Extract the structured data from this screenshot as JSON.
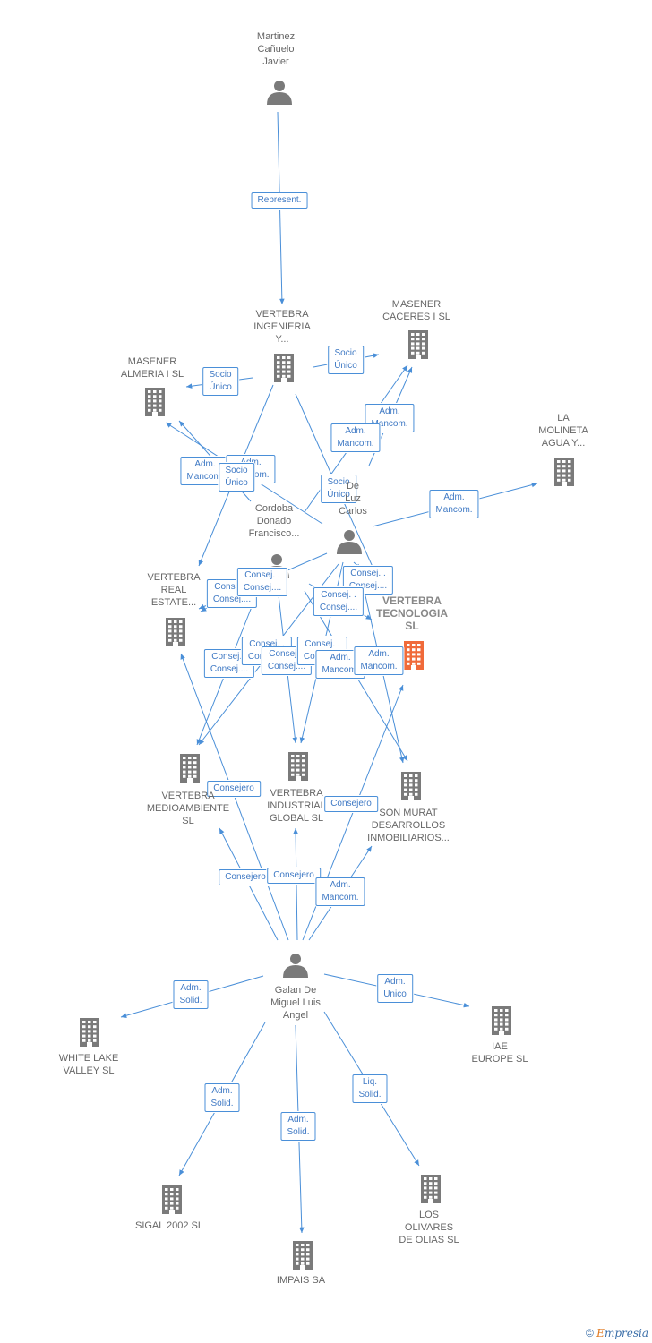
{
  "colors": {
    "edge": "#4a8fd8",
    "node": "#7a7a7a",
    "main_node": "#f06a3a",
    "edge_text": "#3f79c4"
  },
  "nodes": [
    {
      "id": "martinez",
      "type": "person-icon",
      "label": "Martinez\nCañuelo\nJavier"
    },
    {
      "id": "vertebra_ing",
      "type": "building-icon",
      "label": "VERTEBRA\nINGENIERIA\nY..."
    },
    {
      "id": "masener_caceres",
      "type": "building-icon",
      "label": "MASENER\nCACERES I  SL"
    },
    {
      "id": "masener_almeria",
      "type": "building-icon",
      "label": "MASENER\nALMERIA I  SL"
    },
    {
      "id": "la_molineta",
      "type": "building-icon",
      "label": "LA\nMOLINETA\nAGUA Y..."
    },
    {
      "id": "cordoba",
      "type": "person-icon",
      "label": "Cordoba\nDonado\nFrancisco..."
    },
    {
      "id": "de_luz",
      "type": "person-icon",
      "label": "De\nLuz\nCarlos"
    },
    {
      "id": "vertebra_real",
      "type": "building-icon",
      "label": "VERTEBRA\nREAL\nESTATE..."
    },
    {
      "id": "vertebra_tec",
      "type": "building-icon",
      "label": "VERTEBRA\nTECNOLOGIA\nSL",
      "main": true
    },
    {
      "id": "vertebra_med",
      "type": "building-icon",
      "label": "VERTEBRA\nMEDIOAMBIENTE\nSL"
    },
    {
      "id": "vertebra_ind",
      "type": "building-icon",
      "label": "VERTEBRA\nINDUSTRIAL\nGLOBAL  SL"
    },
    {
      "id": "son_murat",
      "type": "building-icon",
      "label": "SON MURAT\nDESARROLLOS\nINMOBILIARIOS..."
    },
    {
      "id": "galan",
      "type": "person-icon",
      "label": "Galan De\nMiguel Luis\nAngel"
    },
    {
      "id": "white_lake",
      "type": "building-icon",
      "label": "WHITE LAKE\nVALLEY SL"
    },
    {
      "id": "iae",
      "type": "building-icon",
      "label": "IAE\nEUROPE  SL"
    },
    {
      "id": "sigal",
      "type": "building-icon",
      "label": "SIGAL 2002  SL"
    },
    {
      "id": "impais",
      "type": "building-icon",
      "label": "IMPAIS SA"
    },
    {
      "id": "los_olivares",
      "type": "building-icon",
      "label": "LOS\nOLIVARES\nDE OLIAS  SL"
    }
  ],
  "edges": [
    {
      "from": "martinez",
      "to": "vertebra_ing",
      "label": "Represent."
    },
    {
      "from": "vertebra_ing",
      "to": "masener_caceres",
      "label": "Socio\nÚnico"
    },
    {
      "from": "vertebra_ing",
      "to": "masener_almeria",
      "label": "Socio\nÚnico"
    },
    {
      "from": "de_luz",
      "to": "masener_caceres",
      "label": "Adm.\nMancom."
    },
    {
      "from": "cordoba",
      "to": "masener_caceres",
      "label": "Adm.\nMancom."
    },
    {
      "from": "de_luz",
      "to": "masener_almeria",
      "label": "Adm.\nMancom."
    },
    {
      "from": "cordoba",
      "to": "masener_almeria",
      "label": "Adm.\nMancom."
    },
    {
      "from": "vertebra_ing",
      "to": "vertebra_real",
      "label": "Socio\nÚnico"
    },
    {
      "from": "vertebra_ing",
      "to": "vertebra_tec",
      "label": "Socio\nÚnico"
    },
    {
      "from": "de_luz",
      "to": "la_molineta",
      "label": "Adm.\nMancom."
    },
    {
      "from": "cordoba",
      "to": "vertebra_real",
      "label": "Consej. .\nConsej...."
    },
    {
      "from": "de_luz",
      "to": "vertebra_real",
      "label": "Consej. .\nConsej...."
    },
    {
      "from": "de_luz",
      "to": "vertebra_tec",
      "label": "Consej. .\nConsej...."
    },
    {
      "from": "cordoba",
      "to": "vertebra_tec",
      "label": "Consej. .\nConsej...."
    },
    {
      "from": "cordoba",
      "to": "vertebra_med",
      "label": "Consej. .\nConsej...."
    },
    {
      "from": "de_luz",
      "to": "vertebra_med",
      "label": "Consej. .\nConsej...."
    },
    {
      "from": "cordoba",
      "to": "vertebra_ind",
      "label": "Consej. .\nConsej...."
    },
    {
      "from": "de_luz",
      "to": "vertebra_ind",
      "label": "Consej. .\nConsej...."
    },
    {
      "from": "cordoba",
      "to": "son_murat",
      "label": "Adm.\nMancom."
    },
    {
      "from": "de_luz",
      "to": "son_murat",
      "label": "Adm.\nMancom."
    },
    {
      "from": "galan",
      "to": "vertebra_real",
      "label": "Consejero"
    },
    {
      "from": "galan",
      "to": "vertebra_tec",
      "label": "Consejero"
    },
    {
      "from": "galan",
      "to": "vertebra_med",
      "label": "Consejero"
    },
    {
      "from": "galan",
      "to": "vertebra_ind",
      "label": "Consejero"
    },
    {
      "from": "galan",
      "to": "son_murat",
      "label": "Adm.\nMancom."
    },
    {
      "from": "galan",
      "to": "white_lake",
      "label": "Adm.\nSolid."
    },
    {
      "from": "galan",
      "to": "iae",
      "label": "Adm.\nUnico"
    },
    {
      "from": "galan",
      "to": "sigal",
      "label": "Adm.\nSolid."
    },
    {
      "from": "galan",
      "to": "impais",
      "label": "Adm.\nSolid."
    },
    {
      "from": "galan",
      "to": "los_olivares",
      "label": "Liq.\nSolid."
    }
  ],
  "footer": {
    "copyright": "©",
    "brand_first": "E",
    "brand_rest": "mpresia"
  }
}
